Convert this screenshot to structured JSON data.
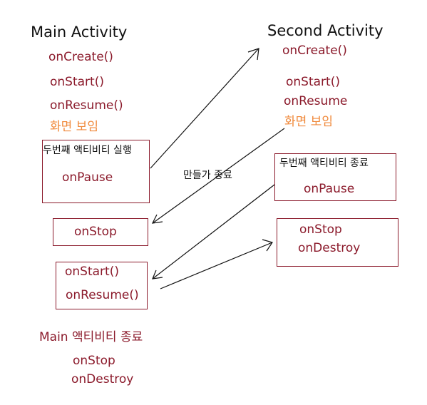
{
  "main": {
    "title": "Main Activity",
    "on_create": "onCreate()",
    "on_start": "onStart()",
    "on_resume": "onResume()",
    "screen_shown": "화면 보임",
    "box1_label": "두번째 액티비티 실행",
    "box1_method": "onPause",
    "box2_method": "onStop",
    "box3_method1": "onStart()",
    "box3_method2": "onResume()",
    "end_label": "Main 액티비티 종료",
    "end_method1": "onStop",
    "end_method2": "onDestroy"
  },
  "second": {
    "title": "Second Activity",
    "on_create": "onCreate()",
    "on_start": "onStart()",
    "on_resume": "onResume",
    "screen_shown": "화면 보임",
    "box1_label": "두번째 액티비티 종료",
    "box1_method": "onPause",
    "box2_method1": "onStop",
    "box2_method2": "onDestroy"
  },
  "middle_note": "만들가 종료",
  "colors": {
    "method": "#8b1a2b",
    "highlight": "#f08a3c",
    "line": "#111111"
  }
}
